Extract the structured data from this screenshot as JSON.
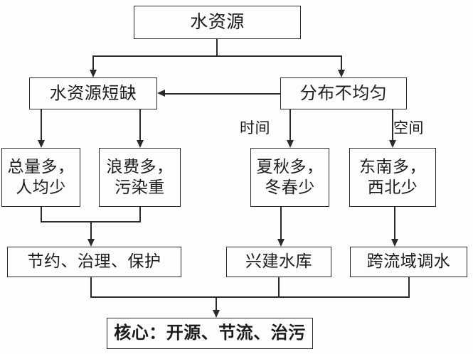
{
  "diagram": {
    "title_node": "水资源",
    "type": "flowchart",
    "background_color": "#fdfdfd",
    "line_color": "#2a2a2a",
    "text_color": "#1b1b1b",
    "nodes": {
      "root": "水资源",
      "shortage": "水资源短缺",
      "uneven": "分布不均匀",
      "total": "总量多，\n人均少",
      "waste": "浪费多，\n污染重",
      "season": "夏秋多，\n冬春少",
      "region": "东南多，\n西北少",
      "save": "节约、治理、保护",
      "build": "兴建水库",
      "transfer": "跨流域调水",
      "core": "核心：开源、节流、治污"
    },
    "edge_labels": {
      "time": "时间",
      "space": "空间"
    },
    "edges": [
      {
        "from": "root",
        "to": "shortage",
        "label": ""
      },
      {
        "from": "root",
        "to": "uneven",
        "label": ""
      },
      {
        "from": "uneven",
        "to": "shortage",
        "label": ""
      },
      {
        "from": "shortage",
        "to": "total",
        "label": ""
      },
      {
        "from": "shortage",
        "to": "waste",
        "label": ""
      },
      {
        "from": "uneven",
        "to": "season",
        "label": "时间"
      },
      {
        "from": "uneven",
        "to": "region",
        "label": "空间"
      },
      {
        "from": "total",
        "to": "save",
        "label": ""
      },
      {
        "from": "waste",
        "to": "save",
        "label": ""
      },
      {
        "from": "season",
        "to": "build",
        "label": ""
      },
      {
        "from": "region",
        "to": "transfer",
        "label": ""
      },
      {
        "from": "save",
        "to": "core",
        "label": ""
      },
      {
        "from": "build",
        "to": "core",
        "label": ""
      },
      {
        "from": "transfer",
        "to": "core",
        "label": ""
      }
    ]
  }
}
